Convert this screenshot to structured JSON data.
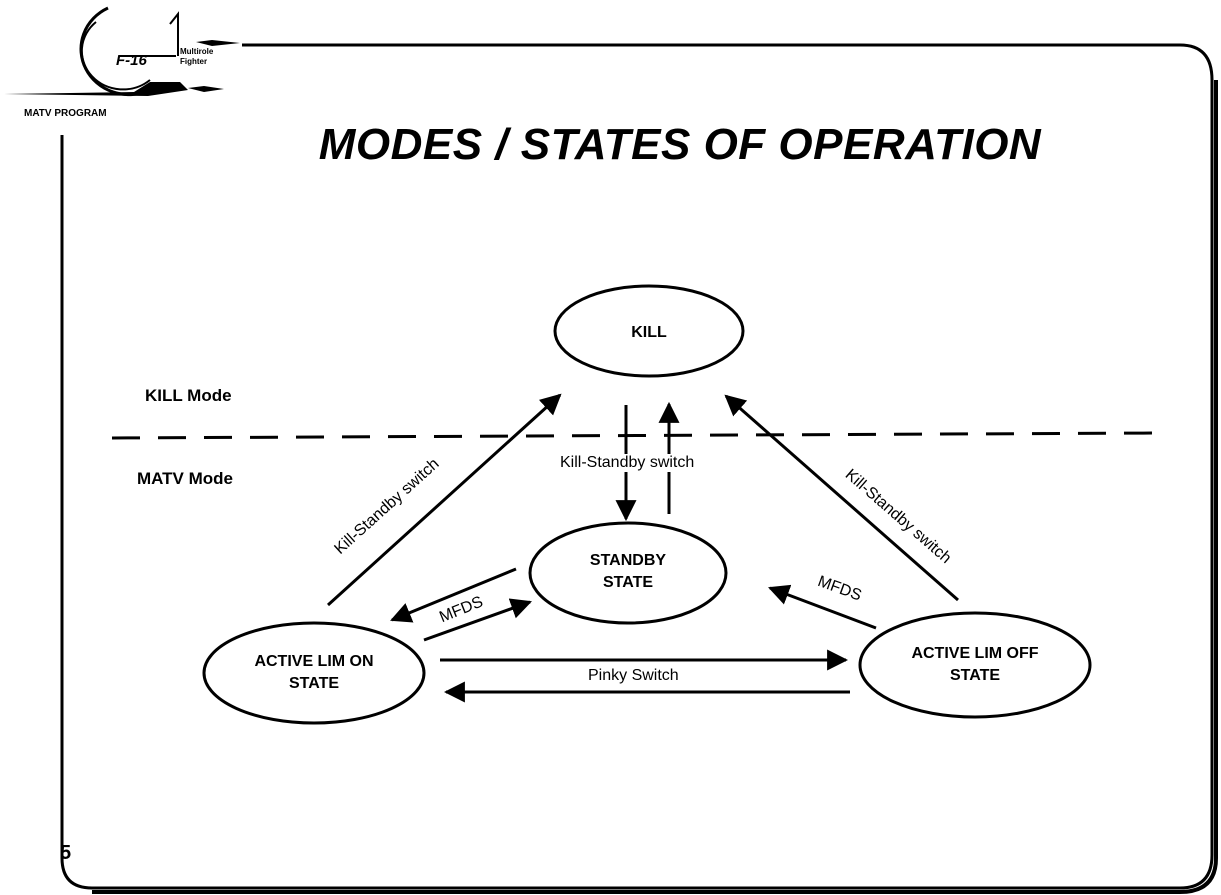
{
  "logo": {
    "model": "F-16",
    "tagline_line1": "Multirole",
    "tagline_line2": "Fighter",
    "program": "MATV PROGRAM"
  },
  "title": "MODES / STATES OF OPERATION",
  "page_number": "5",
  "modes": {
    "kill": "KILL Mode",
    "matv": "MATV Mode"
  },
  "nodes": {
    "kill": [
      "KILL"
    ],
    "standby": [
      "STANDBY",
      "STATE"
    ],
    "active_lim_on": [
      "ACTIVE LIM ON",
      "STATE"
    ],
    "active_lim_off": [
      "ACTIVE LIM OFF",
      "STATE"
    ]
  },
  "edges": {
    "kill_standby_center": "Kill-Standby  switch",
    "kill_standby_left": "Kill-Standby  switch",
    "kill_standby_right": "Kill-Standby  switch",
    "mfds_left": "MFDS",
    "mfds_right": "MFDS",
    "pinky": "Pinky Switch"
  }
}
